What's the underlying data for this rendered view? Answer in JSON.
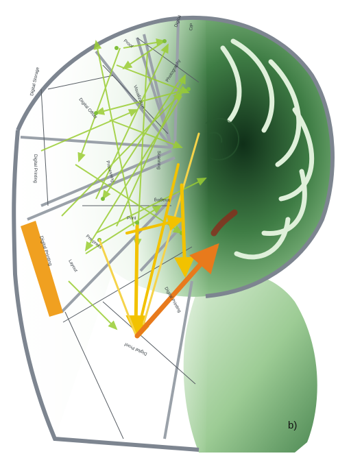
{
  "figure": {
    "panel_label": "b)"
  },
  "sector_labels": [
    {
      "id": "s1",
      "text": "Digital Printing"
    },
    {
      "id": "s2",
      "text": "Digital Storage"
    },
    {
      "id": "s3",
      "text": "Digital Offset"
    },
    {
      "id": "s4",
      "text": "Processing"
    },
    {
      "id": "s5",
      "text": "Visualization"
    },
    {
      "id": "s6",
      "text": "Photography"
    },
    {
      "id": "s7",
      "text": "Scanning"
    },
    {
      "id": "s8",
      "text": "Imaging"
    },
    {
      "id": "s9",
      "text": "Print"
    },
    {
      "id": "s10",
      "text": "Pre-press"
    },
    {
      "id": "s11",
      "text": "Layout"
    },
    {
      "id": "s12",
      "text": "Digital"
    },
    {
      "id": "s13",
      "text": "CtP"
    },
    {
      "id": "s14",
      "text": "Proof"
    },
    {
      "id": "s15",
      "text": "Digital Proof"
    },
    {
      "id": "s16",
      "text": "Digital Printing"
    },
    {
      "id": "s17",
      "text": "Digital Printing"
    }
  ],
  "highlight": {
    "text": "Digital Printing",
    "color": "#f0a020"
  },
  "colors": {
    "shell_light": "#dcebd6",
    "shell_mid": "#8fc48a",
    "shell_dark": "#1f4a28",
    "frame": "#7d8590",
    "arrow_green": "#9acd32",
    "arrow_yellow": "#f2c200",
    "arrow_orange": "#e87a1c"
  }
}
